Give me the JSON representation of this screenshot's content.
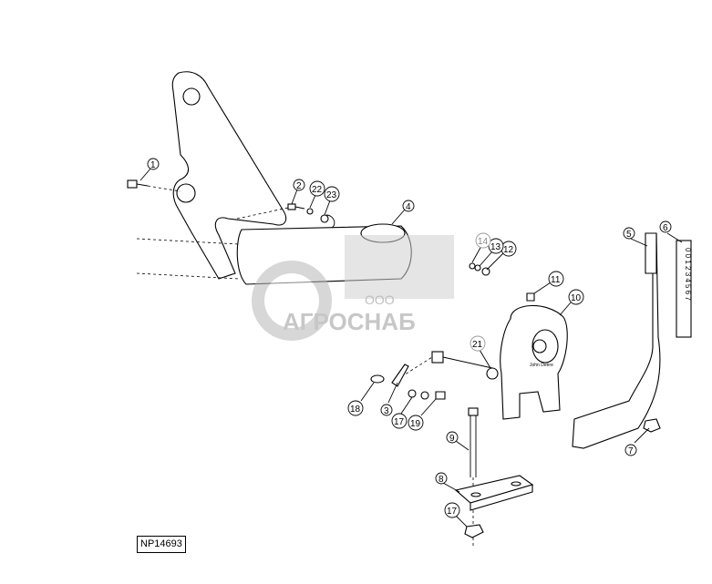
{
  "diagram": {
    "reference_code": "NP14693",
    "callouts": [
      {
        "id": "1",
        "text": "1"
      },
      {
        "id": "2",
        "text": "2"
      },
      {
        "id": "3",
        "text": "3"
      },
      {
        "id": "4",
        "text": "4"
      },
      {
        "id": "5",
        "text": "5"
      },
      {
        "id": "6",
        "text": "6"
      },
      {
        "id": "7",
        "text": "7"
      },
      {
        "id": "8",
        "text": "8"
      },
      {
        "id": "9",
        "text": "9"
      },
      {
        "id": "10",
        "text": "10"
      },
      {
        "id": "11",
        "text": "11"
      },
      {
        "id": "12",
        "text": "12"
      },
      {
        "id": "13",
        "text": "13"
      },
      {
        "id": "14",
        "text": "14"
      },
      {
        "id": "17a",
        "text": "17"
      },
      {
        "id": "17b",
        "text": "17"
      },
      {
        "id": "18",
        "text": "18"
      },
      {
        "id": "19",
        "text": "19"
      },
      {
        "id": "21",
        "text": "21"
      },
      {
        "id": "22",
        "text": "22"
      },
      {
        "id": "23",
        "text": "23"
      }
    ],
    "decal_text": "0 0 1 2 3 4 5 6 7",
    "bracket_badge": "John Deere"
  },
  "watermark": {
    "small_text": "ООО",
    "brand_text": "АГРОСНАБ"
  },
  "colors": {
    "line": "#000000",
    "watermark": "#b8b8b8"
  }
}
